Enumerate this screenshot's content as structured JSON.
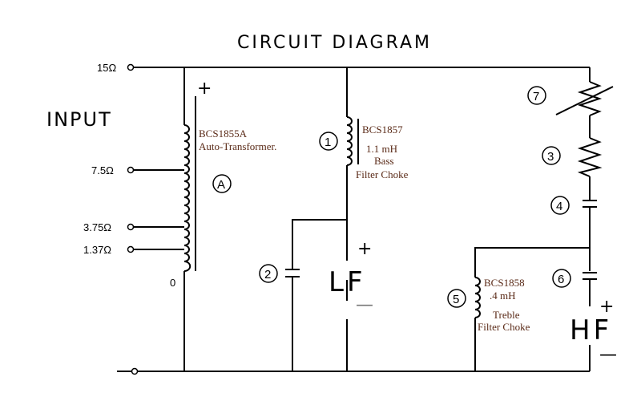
{
  "title": "CIRCUIT DIAGRAM",
  "input_label": "INPUT",
  "taps": {
    "t15": "15Ω",
    "t7_5": "7.5Ω",
    "t3_75": "3.75Ω",
    "t1_37": "1.37Ω",
    "zero": "0",
    "common": "—"
  },
  "transformer": {
    "plus": "+",
    "model": "BCS1855A",
    "desc": "Auto-Transformer.",
    "marker": "A"
  },
  "bass_choke": {
    "marker": "1",
    "model": "BCS1857",
    "value": "1.1 mH",
    "line1": "Bass",
    "line2": "Filter Choke"
  },
  "capacitor_2": {
    "marker": "2"
  },
  "lf": {
    "label": "LF",
    "plus": "+",
    "minus": "—"
  },
  "variable_resistor": {
    "marker": "7"
  },
  "resistor_3": {
    "marker": "3"
  },
  "capacitor_4": {
    "marker": "4"
  },
  "treble_choke": {
    "marker": "5",
    "model": "BCS1858",
    "value": ".4 mH",
    "line1": "Treble",
    "line2": "Filter Choke"
  },
  "capacitor_6": {
    "marker": "6"
  },
  "hf": {
    "label": "HF",
    "plus": "+",
    "minus": "—"
  }
}
